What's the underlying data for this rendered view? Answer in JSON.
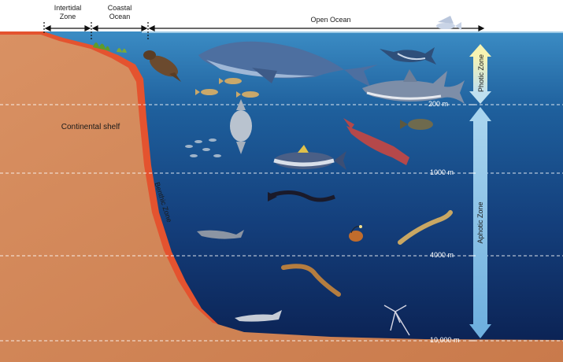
{
  "zones": {
    "intertidal": "Intertidal\nZone",
    "coastal": "Coastal\nOcean",
    "open_ocean": "Open Ocean"
  },
  "labels": {
    "continental_shelf": "Continental shelf",
    "benthic_zone": "Benthic Zone",
    "photic_zone": "Photic Zone",
    "aphotic_zone": "Aphotic Zone"
  },
  "depths": [
    "200 m",
    "1000 m",
    "4000 m",
    "10,000 m"
  ],
  "colors": {
    "sky": "#ffffff",
    "water_top": "#2f7fb8",
    "water_bottom": "#0c2354",
    "land": "#d5895a",
    "benthic": "#e8502e",
    "photic_arrow": "#f3f0a4",
    "aphotic_arrow": "#8fc4e6"
  }
}
